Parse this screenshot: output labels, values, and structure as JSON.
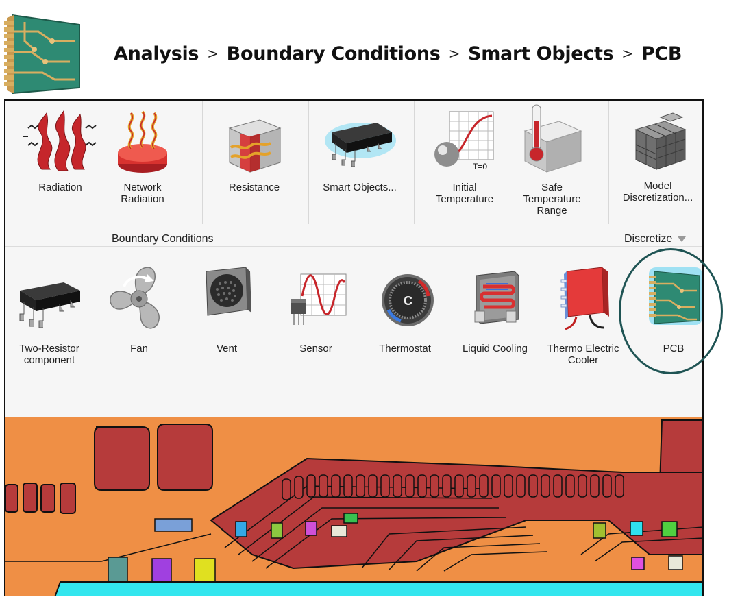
{
  "header": {
    "icon": "pcb-icon",
    "breadcrumb": [
      "Analysis",
      "Boundary Conditions",
      "Smart Objects",
      "PCB"
    ],
    "separator": ">"
  },
  "ribbon": {
    "row1": [
      {
        "id": "radiation",
        "label": "Radiation",
        "icon": "radiation-icon"
      },
      {
        "id": "network-radiation",
        "label": "Network\nRadiation",
        "icon": "network-radiation-icon"
      },
      {
        "id": "resistance",
        "label": "Resistance",
        "icon": "resistance-icon"
      },
      {
        "id": "smart-objects",
        "label": "Smart Objects...",
        "icon": "smart-objects-icon"
      },
      {
        "id": "initial-temperature",
        "label": "Initial\nTemperature",
        "icon": "initial-temperature-icon",
        "icon_text": "T=0"
      },
      {
        "id": "safe-temperature-range",
        "label": "Safe\nTemperature\nRange",
        "icon": "thermometer-icon"
      },
      {
        "id": "model-discretization",
        "label": "Model\nDiscretization...",
        "icon": "model-discretization-icon"
      }
    ],
    "group_labels": {
      "boundary_conditions": "Boundary Conditions",
      "discretize": "Discretize"
    },
    "row2": [
      {
        "id": "two-resistor",
        "label": "Two-Resistor\ncomponent",
        "icon": "chip-icon"
      },
      {
        "id": "fan",
        "label": "Fan",
        "icon": "fan-icon"
      },
      {
        "id": "vent",
        "label": "Vent",
        "icon": "vent-icon"
      },
      {
        "id": "sensor",
        "label": "Sensor",
        "icon": "sensor-icon"
      },
      {
        "id": "thermostat",
        "label": "Thermostat",
        "icon": "thermostat-icon",
        "icon_text": "C"
      },
      {
        "id": "liquid-cooling",
        "label": "Liquid Cooling",
        "icon": "liquid-cooling-icon"
      },
      {
        "id": "thermo-electric-cooler",
        "label": "Thermo Electric\nCooler",
        "icon": "thermo-electric-cooler-icon"
      },
      {
        "id": "pcb",
        "label": "PCB",
        "icon": "pcb-icon",
        "selected": true
      }
    ]
  },
  "colors": {
    "board": "#ef8f45",
    "pad": "#b63b3b",
    "outline": "#111111",
    "highlight": "#1f5454",
    "glow": "#35c8f0",
    "cyan_strip": "#33e6ee"
  }
}
